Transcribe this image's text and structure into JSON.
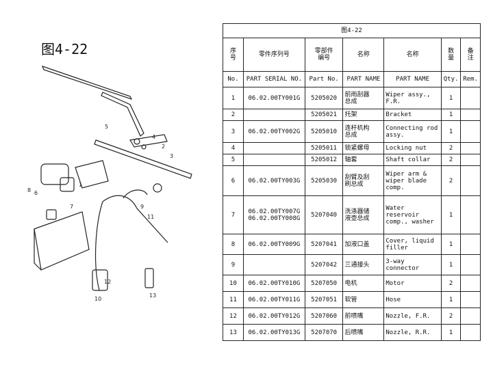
{
  "figure_label": "图4-22",
  "table": {
    "title": "图4-22",
    "headers_cn": [
      "序\n号",
      "零件序列号",
      "零部件\n编号",
      "名称",
      "名称",
      "数\n量",
      "备\n注"
    ],
    "headers_en": [
      "No.",
      "PART SERIAL NO.",
      "Part No.",
      "PART NAME",
      "PART NAME",
      "Qty.",
      "Rem."
    ],
    "rows": [
      {
        "no": "1",
        "serial": "06.02.00TY001G",
        "part_no": "5205020",
        "name_cn": "前雨刮器\n总成",
        "name_en": "Wiper assy.,\nF.R.",
        "qty": "1",
        "rem": "",
        "h": 32
      },
      {
        "no": "2",
        "serial": "",
        "part_no": "5205021",
        "name_cn": "托架",
        "name_en": "Bracket",
        "qty": "1",
        "rem": "",
        "h": 17
      },
      {
        "no": "3",
        "serial": "06.02.00TY002G",
        "part_no": "5205010",
        "name_cn": "连杆机构\n总成",
        "name_en": "Connecting rod\nassy.",
        "qty": "1",
        "rem": "",
        "h": 32
      },
      {
        "no": "4",
        "serial": "",
        "part_no": "5205011",
        "name_cn": "锁紧螺母",
        "name_en": "Locking nut",
        "qty": "2",
        "rem": "",
        "h": 17
      },
      {
        "no": "5",
        "serial": "",
        "part_no": "5205012",
        "name_cn": "轴套",
        "name_en": "Shaft collar",
        "qty": "2",
        "rem": "",
        "h": 17
      },
      {
        "no": "6",
        "serial": "06.02.00TY003G",
        "part_no": "5205030",
        "name_cn": "刮臂及刮\n刷总成",
        "name_en": "Wiper arm &\nwiper blade\ncomp.",
        "qty": "2",
        "rem": "",
        "h": 44
      },
      {
        "no": "7",
        "serial": "06.02.00TY007G\n06.02.00TY008G",
        "part_no": "5207040",
        "name_cn": "洗涤器储\n液壶总成",
        "name_en": "Water\nreservoir\ncomp., washer",
        "qty": "1",
        "rem": "",
        "h": 56
      },
      {
        "no": "8",
        "serial": "06.02.00TY009G",
        "part_no": "5207041",
        "name_cn": "加液口盖",
        "name_en": "Cover, liquid\nfiller",
        "qty": "1",
        "rem": "",
        "h": 30
      },
      {
        "no": "9",
        "serial": "",
        "part_no": "5207042",
        "name_cn": "三通接头",
        "name_en": "3-way\nconnector",
        "qty": "1",
        "rem": "",
        "h": 30
      },
      {
        "no": "10",
        "serial": "06.02.00TY010G",
        "part_no": "5207050",
        "name_cn": "电机",
        "name_en": "Motor",
        "qty": "2",
        "rem": "",
        "h": 24
      },
      {
        "no": "11",
        "serial": "06.02.00TY011G",
        "part_no": "5207051",
        "name_cn": "软管",
        "name_en": "Hose",
        "qty": "1",
        "rem": "",
        "h": 24
      },
      {
        "no": "12",
        "serial": "06.02.00TY012G",
        "part_no": "5207060",
        "name_cn": "前喷嘴",
        "name_en": "Nozzle, F.R.",
        "qty": "2",
        "rem": "",
        "h": 24
      },
      {
        "no": "13",
        "serial": "06.02.00TY013G",
        "part_no": "5207070",
        "name_cn": "后喷嘴",
        "name_en": "Nozzle, R.R.",
        "qty": "1",
        "rem": "",
        "h": 24
      }
    ]
  },
  "diagram": {
    "callouts": [
      "1",
      "2",
      "3",
      "4",
      "5",
      "6",
      "7",
      "8",
      "9",
      "10",
      "11",
      "12",
      "13"
    ]
  }
}
